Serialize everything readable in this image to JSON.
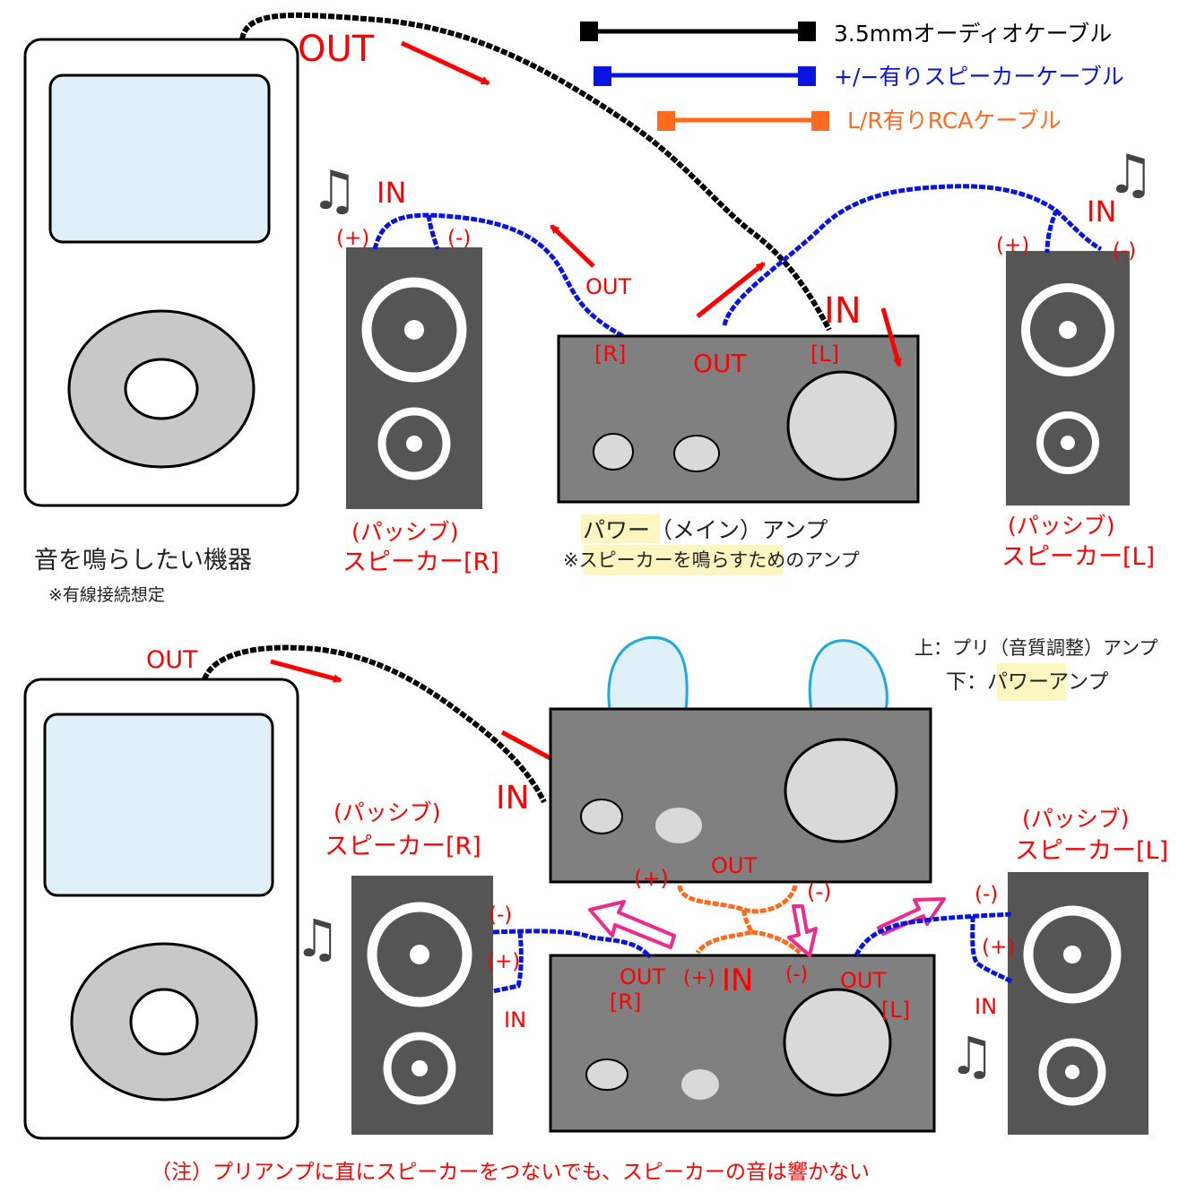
{
  "legend": {
    "audio_cable": "3.5mmオーディオケーブル",
    "speaker_cable": "+/−有りスピーカーケーブル",
    "rca_cable": "L/R有りRCAケーブル"
  },
  "top": {
    "player_out": "OUT",
    "player_caption": "音を鳴らしたい機器",
    "player_note": "※有線接続想定",
    "music_note": "♫",
    "speaker_r": {
      "in": "IN",
      "plus": "(+)",
      "minus": "(-)",
      "caption1": "(パッシブ)",
      "caption2": "スピーカー[R]"
    },
    "speaker_l": {
      "in": "IN",
      "plus": "(+)",
      "minus": "(-)",
      "caption1": "(パッシブ)",
      "caption2": "スピーカー[L]"
    },
    "amp": {
      "out_r_arrow": "OUT",
      "port_r": "[R]",
      "port_out": "OUT",
      "port_l": "[L]",
      "in_label": "IN",
      "caption_hl": "パワー",
      "caption_rest": "（メイン）アンプ",
      "note_prefix": "※",
      "note_hl": "スピーカーを鳴ら",
      "note_rest": "すためのアンプ"
    }
  },
  "bottom": {
    "player_out": "OUT",
    "preamp_in": "IN",
    "preamp_out": "OUT",
    "pre_plus": "(+)",
    "pre_minus": "(-)",
    "power_out_r": "OUT",
    "power_port_r": "[R]",
    "power_in_plus": "(+)",
    "power_in": "IN",
    "power_in_minus": "(-)",
    "power_out_l": "OUT",
    "power_port_l": "[L]",
    "speaker_r": {
      "minus": "(-)",
      "plus": "(+)",
      "in": "IN",
      "caption1": "(パッシブ)",
      "caption2": "スピーカー[R]"
    },
    "speaker_l": {
      "minus": "(-)",
      "plus": "(+)",
      "in": "IN",
      "caption1": "(パッシブ)",
      "caption2": "スピーカー[L]"
    },
    "legend_upper": "上：プリ（音質調整）アンプ",
    "legend_lower_prefix": "下：",
    "legend_lower_hl": "パワー",
    "legend_lower_rest": "アンプ",
    "music_note": "♫",
    "footnote": "（注）プリアンプに直にスピーカーをつないでも、スピーカーの音は響かない"
  },
  "colors": {
    "red": "#ff0000",
    "blue": "#0a14e0",
    "orange": "#ff6a1e",
    "black": "#000000",
    "amp_gray": "#808080",
    "speaker_dark": "#555555",
    "highlight": "#fdf6c0",
    "screen": "#dff0f8",
    "pink": "#ee2a8c"
  }
}
